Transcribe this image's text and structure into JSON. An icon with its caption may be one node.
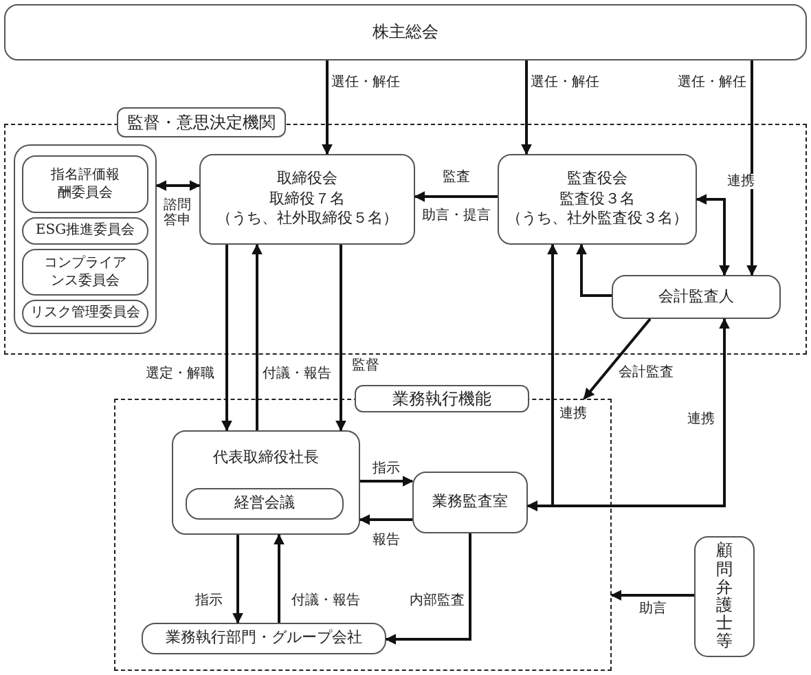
{
  "diagram": {
    "nodes": [
      {
        "text": [
          "株主総会"
        ]
      },
      {
        "text": [
          "監督・意思決定機関"
        ]
      },
      {
        "text": [],
        "shape": "box"
      },
      {
        "text": [],
        "shape": "box",
        "in": 2
      },
      {
        "text": [
          "指名評価報酬委員会"
        ],
        "in": 3
      },
      {
        "text": [
          "ESG推進委員会"
        ],
        "in": 3
      },
      {
        "text": [
          "コンプライアンス委員会"
        ],
        "in": 3
      },
      {
        "text": [
          "リスク管理委員会"
        ],
        "in": 3
      },
      {
        "text": [
          "取締役会",
          "取締役７名",
          "（うち、社外取締役５名）"
        ],
        "in": 2
      },
      {
        "text": [
          "監査役会",
          "監査役３名",
          "（うち、社外監査役３名）"
        ],
        "in": 2
      },
      {
        "text": [
          "会計監査人"
        ],
        "in": 2
      },
      {
        "text": [
          "業務執行機能"
        ]
      },
      {
        "text": [],
        "shape": "box"
      },
      {
        "text": [
          "代表取締役社長"
        ],
        "in": 12
      },
      {
        "text": [
          "経営会議"
        ],
        "in": 13
      },
      {
        "text": [
          "業務監査室"
        ],
        "in": 12
      },
      {
        "text": [
          "業務執行部門・グループ会社"
        ],
        "in": 12
      },
      {
        "text": [
          "顧問弁護士等"
        ]
      }
    ],
    "edges": [
      {
        "from": 0,
        "to": 8,
        "arrow": "to",
        "label": "選任・解任"
      },
      {
        "from": 0,
        "to": 9,
        "arrow": "to",
        "label": "選任・解任"
      },
      {
        "from": 0,
        "to": 10,
        "arrow": "to",
        "label": "選任・解任"
      },
      {
        "from": 3,
        "to": 8,
        "arrow": "both",
        "label": "諮問答申"
      },
      {
        "from": 9,
        "to": 8,
        "arrow": "to",
        "label": "監査"
      },
      {
        "from": 9,
        "to": 10,
        "arrow": "both",
        "label": "連携"
      },
      {
        "from": 10,
        "to": 9,
        "arrow": "to"
      },
      {
        "from": 8,
        "to": 13,
        "arrow": "to",
        "label": "選定・解職"
      },
      {
        "from": 13,
        "to": 8,
        "arrow": "to",
        "label": "付議・報告"
      },
      {
        "from": 8,
        "to": 13,
        "arrow": "to",
        "label": "監督"
      },
      {
        "from": 10,
        "to": 12,
        "arrow": "to",
        "label": "会計監査"
      },
      {
        "from": 15,
        "to": 9,
        "arrow": "both",
        "label": "連携"
      },
      {
        "from": 15,
        "to": 10,
        "arrow": "both",
        "label": "連携"
      },
      {
        "from": 13,
        "to": 15,
        "arrow": "to",
        "label": "指示"
      },
      {
        "from": 15,
        "to": 13,
        "arrow": "to",
        "label": "報告"
      },
      {
        "from": 13,
        "to": 16,
        "arrow": "to",
        "label": "指示"
      },
      {
        "from": 16,
        "to": 13,
        "arrow": "to",
        "label": "付議・報告"
      },
      {
        "from": 15,
        "to": 16,
        "arrow": "to",
        "label": "内部監査"
      },
      {
        "from": 17,
        "to": 12,
        "arrow": "to",
        "label": "助言"
      }
    ],
    "labels": [
      "助言・提言"
    ]
  }
}
